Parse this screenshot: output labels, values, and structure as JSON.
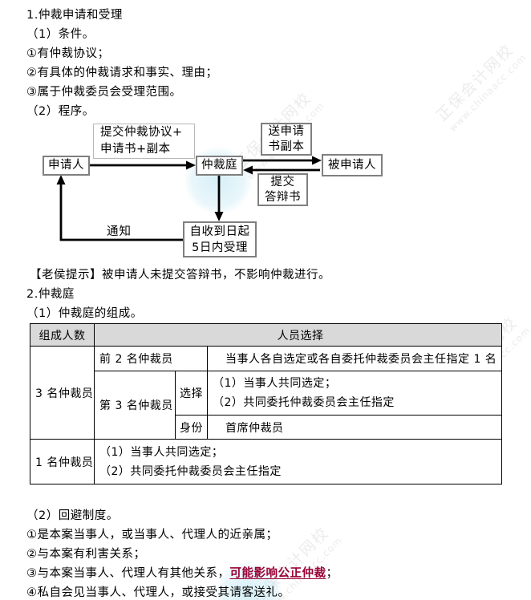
{
  "colors": {
    "highlight_red": "#990033",
    "table_header_bg": "#d9d9d9",
    "box_border_gray": "#7f7f7f",
    "watermark_gray": "#ececec"
  },
  "sections": {
    "s1_title": "1.仲裁申请和受理",
    "s1_cond_title": "（1）条件。",
    "cond1": "①有仲裁协议；",
    "cond2": "②有具体的仲裁请求和事实、理由；",
    "cond3": "③属于仲裁委员会受理范围。",
    "s1_proc_title": "（2）程序。",
    "tip": "【老侯提示】被申请人未提交答辩书，不影响仲裁进行。",
    "s2_title": "2.仲裁庭",
    "s2_sub1": "（1）仲裁庭的组成。",
    "s2_sub2": "（2）回避制度。",
    "avoid1": "①是本案当事人，或当事人、代理人的近亲属；",
    "avoid2": "②与本案有利害关系；",
    "avoid3_prefix": "③与本案当事人、代理人有其他关系，",
    "avoid3_red": "可能影响公正仲裁",
    "avoid3_suffix": "；",
    "avoid4": "④私自会见当事人、代理人，或接受其请客送礼。"
  },
  "flowchart": {
    "applicant": "申请人",
    "tribunal": "仲裁庭",
    "respondent": "被申请人",
    "submit_line1": "提交仲裁协议+",
    "submit_line2": "申请书+副本",
    "send_copy_line1": "送申请",
    "send_copy_line2": "书副本",
    "reply_line1": "提交",
    "reply_line2": "答辩书",
    "accept_line1": "自收到日起",
    "accept_line2": "5日内受理",
    "notify": "通知"
  },
  "table": {
    "header_col1": "组成人数",
    "header_col2": "人员选择",
    "row3": {
      "label": "3 名仲裁员",
      "first2_name": "前 2 名仲裁员",
      "first2_rule": "当事人各自选定或各自委托仲裁委员会主任指定 1 名",
      "third_name": "第 3 名仲裁员",
      "select_label": "选择",
      "select_opt1": "（1）当事人共同选定；",
      "select_opt2": "（2）共同委托仲裁委员会主任指定",
      "identity_label": "身份",
      "identity_value": "首席仲裁员"
    },
    "row1": {
      "label": "1 名仲裁员",
      "opt1": "（1）当事人共同选定；",
      "opt2": "（2）共同委托仲裁委员会主任指定"
    }
  },
  "watermark": {
    "brand": "正保会计网校",
    "site": "www.chinaacc.com"
  }
}
